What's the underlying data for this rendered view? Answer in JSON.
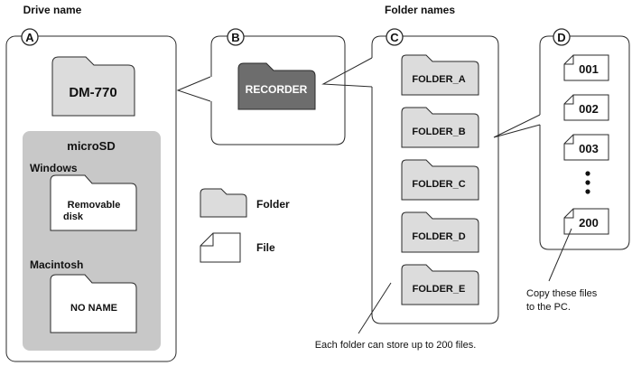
{
  "header": {
    "drive_name": "Drive name",
    "folder_names": "Folder names"
  },
  "panels": {
    "a": {
      "marker": "A",
      "drive_label": "DM-770"
    },
    "b": {
      "marker": "B",
      "folder_label": "RECORDER"
    },
    "c": {
      "marker": "C",
      "folders": [
        "FOLDER_A",
        "FOLDER_B",
        "FOLDER_C",
        "FOLDER_D",
        "FOLDER_E"
      ]
    },
    "d": {
      "marker": "D",
      "files": [
        "001",
        "002",
        "003",
        "200"
      ],
      "ellipsis": "⋮"
    }
  },
  "microsd": {
    "title": "microSD",
    "windows_label": "Windows",
    "windows_drive_line1": "Removable",
    "windows_drive_line2": "disk",
    "mac_label": "Macintosh",
    "mac_drive": "NO NAME"
  },
  "legend": {
    "folder_label": "Folder",
    "file_label": "File"
  },
  "notes": {
    "folders_note": "Each folder can store up to 200 files.",
    "copy_line1": "Copy these files",
    "copy_line2": "to the PC."
  },
  "colors": {
    "folder_fill": "#dcdcdc",
    "recorder_fill": "#6d6d6d",
    "microsd_fill": "#c8c8c8",
    "stroke": "#2a2a2a"
  }
}
